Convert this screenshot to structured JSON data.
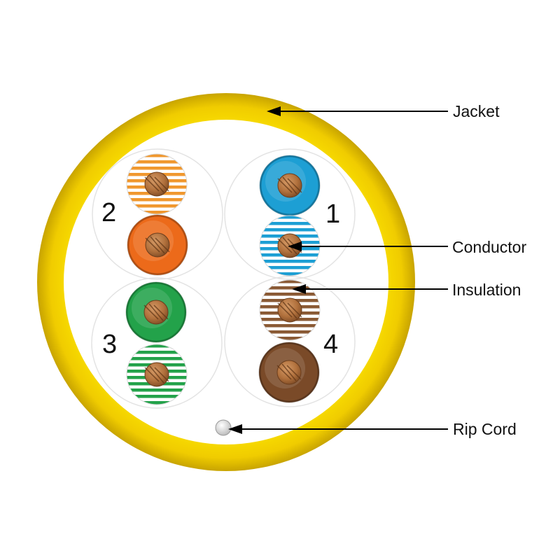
{
  "diagram": {
    "subject": "cable-cross-section",
    "jacket_color": "#f2cf00",
    "jacket_shadow_color": "#c9a800",
    "pairs": [
      {
        "number": "1",
        "solid_color": "#1d9fd4",
        "stripe_color": "#1d9fd4"
      },
      {
        "number": "2",
        "solid_color": "#ec6a1a",
        "stripe_color": "#f0982f"
      },
      {
        "number": "3",
        "solid_color": "#23a24a",
        "stripe_color": "#23a24a"
      },
      {
        "number": "4",
        "solid_color": "#7a4a28",
        "stripe_color": "#8a5a35"
      }
    ],
    "conductor_color": "#b8743f",
    "rip_cord_color": "#e8e8e8",
    "callouts": {
      "jacket": "Jacket",
      "conductor": "Conductor",
      "insulation": "Insulation",
      "rip_cord": "Rip Cord"
    }
  }
}
